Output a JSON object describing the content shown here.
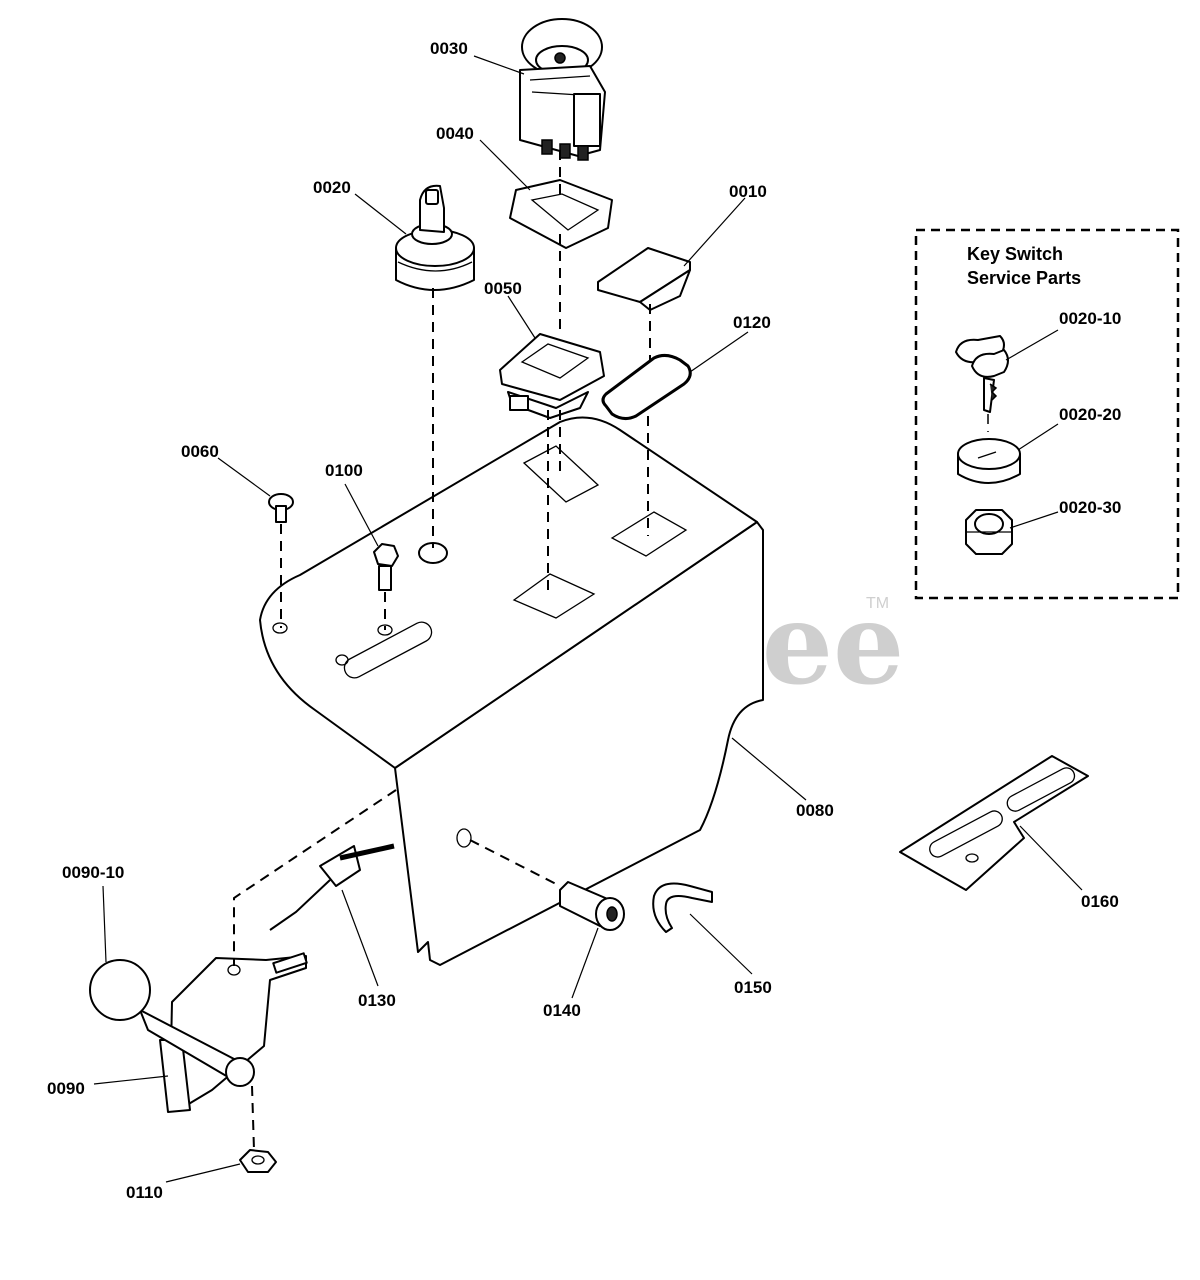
{
  "watermark": {
    "text": "PartsTree",
    "trademark": "TM"
  },
  "inset": {
    "title_line1": "Key Switch",
    "title_line2": "Service Parts"
  },
  "labels": {
    "p0010": "0010",
    "p0020": "0020",
    "p0020_10": "0020-10",
    "p0020_20": "0020-20",
    "p0020_30": "0020-30",
    "p0030": "0030",
    "p0040": "0040",
    "p0050": "0050",
    "p0060": "0060",
    "p0080": "0080",
    "p0090": "0090",
    "p0090_10": "0090-10",
    "p0100": "0100",
    "p0110": "0110",
    "p0120": "0120",
    "p0130": "0130",
    "p0140": "0140",
    "p0150": "0150",
    "p0160": "0160"
  }
}
